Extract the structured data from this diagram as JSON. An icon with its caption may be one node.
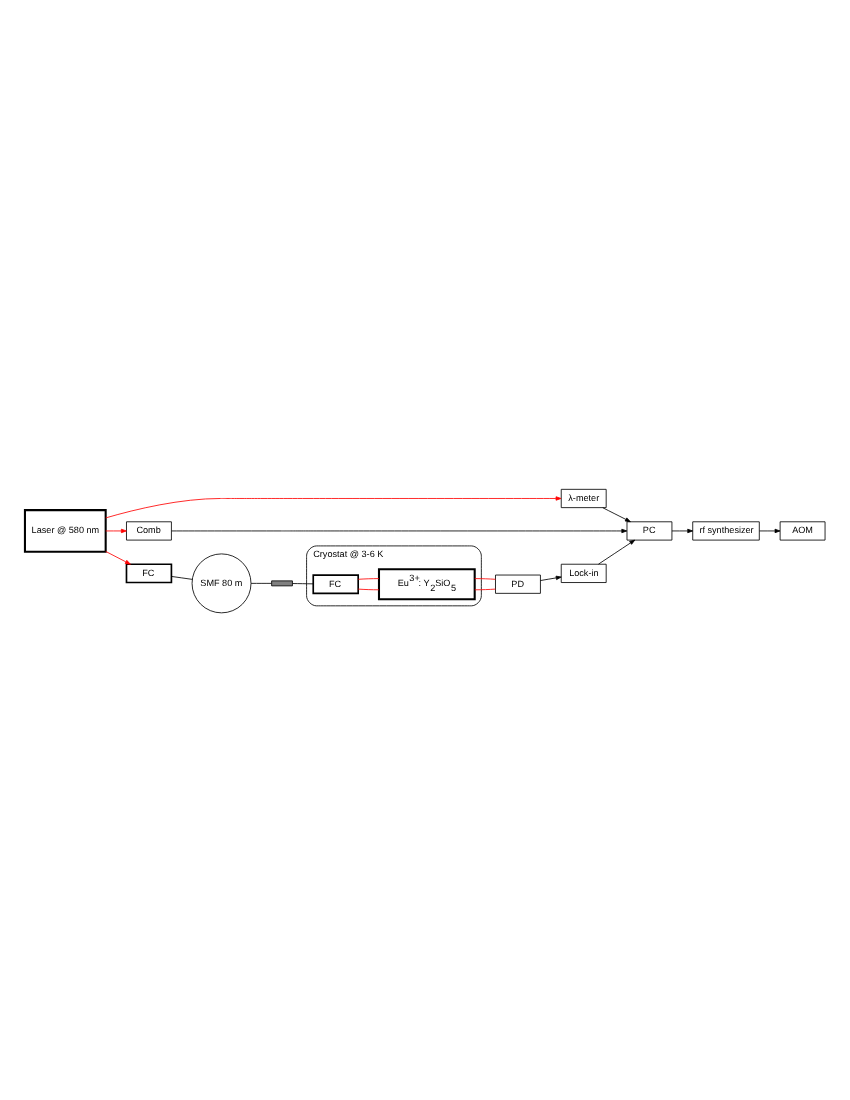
{
  "diagram": {
    "nodes": [
      {
        "text": [
          "AOM"
        ]
      },
      {
        "text": [
          "Laser @ 580 nm"
        ]
      },
      {
        "text": [
          "λ-meter"
        ]
      },
      {
        "text": [
          "Comb"
        ]
      },
      {
        "text": [
          "rf synthesizer"
        ]
      },
      {
        "text": [
          "PC"
        ]
      },
      {
        "text": [
          "FC"
        ]
      },
      {
        "text": [
          "SMF 80 m"
        ]
      },
      {
        "text": [],
        "shape": "bar"
      },
      {
        "text": [
          "Cryostat @ 3-6 K"
        ]
      },
      {
        "text": [
          "FC"
        ],
        "in": 9
      },
      {
        "text": [
          "Eu$^{3+}$: Y$_{2}$SiO$_{5}$"
        ],
        "in": 9
      },
      {
        "text": [
          "Lock-in"
        ]
      },
      {
        "text": [
          "PD"
        ]
      }
    ],
    "edges": [
      {
        "from": 1,
        "to": 6,
        "arrow": "to",
        "color": "#ff0000"
      },
      {
        "from": 1,
        "to": 2,
        "arrow": "to",
        "color": "#ff0000"
      },
      {
        "from": 1,
        "to": 3,
        "arrow": "to",
        "color": "#ff0000"
      },
      {
        "from": 2,
        "to": 5,
        "arrow": "to"
      },
      {
        "from": 3,
        "to": 5,
        "arrow": "to"
      },
      {
        "from": 5,
        "to": 4,
        "arrow": "to"
      },
      {
        "from": 4,
        "to": 0,
        "arrow": "to"
      },
      {
        "from": 6,
        "to": 7,
        "arrow": "none"
      },
      {
        "from": 7,
        "to": 8,
        "arrow": "none"
      },
      {
        "from": 8,
        "to": 10,
        "arrow": "none"
      },
      {
        "from": 10,
        "to": 11,
        "arrow": "none",
        "color": "#ff0000"
      },
      {
        "from": 10,
        "to": 11,
        "arrow": "none",
        "color": "#ff0000"
      },
      {
        "from": 11,
        "to": 13,
        "arrow": "none",
        "color": "#ff0000"
      },
      {
        "from": 11,
        "to": 13,
        "arrow": "none",
        "color": "#ff0000"
      },
      {
        "from": 13,
        "to": 12,
        "arrow": "to"
      },
      {
        "from": 12,
        "to": 5,
        "arrow": "to"
      }
    ]
  }
}
